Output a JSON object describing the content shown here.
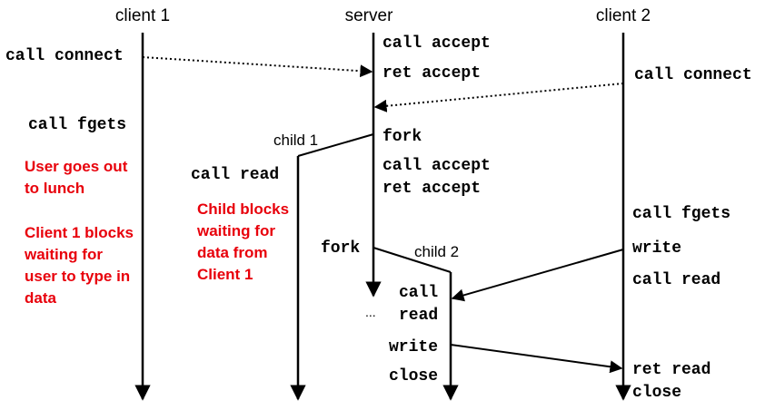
{
  "headers": {
    "client1": "client 1",
    "server": "server",
    "client2": "client 2"
  },
  "child_labels": {
    "child1": "child 1",
    "child2": "child 2"
  },
  "client1": {
    "call_connect": "call connect",
    "call_fgets": "call fgets"
  },
  "server": {
    "call_accept_1": "call accept",
    "ret_accept_1": "ret accept",
    "fork_1": "fork",
    "call_accept_2": "call accept",
    "ret_accept_2": "ret accept",
    "fork_2": "fork",
    "ellipsis": "..."
  },
  "child1": {
    "call_read": "call read"
  },
  "child2": {
    "call": "call",
    "read": "read",
    "write": "write",
    "close": "close"
  },
  "client2": {
    "call_connect": "call connect",
    "call_fgets": "call fgets",
    "write": "write",
    "call_read": "call read",
    "ret_read": "ret read",
    "close": "close"
  },
  "notes": {
    "user_lunch": [
      "User goes out",
      "to lunch"
    ],
    "client1_blocks": [
      "Client 1 blocks",
      "waiting for",
      "user to type in",
      "data"
    ],
    "child_blocks": [
      "Child blocks",
      "waiting for",
      "data from",
      "Client 1"
    ]
  },
  "colors": {
    "note": "#e8000b",
    "line": "#000000"
  }
}
